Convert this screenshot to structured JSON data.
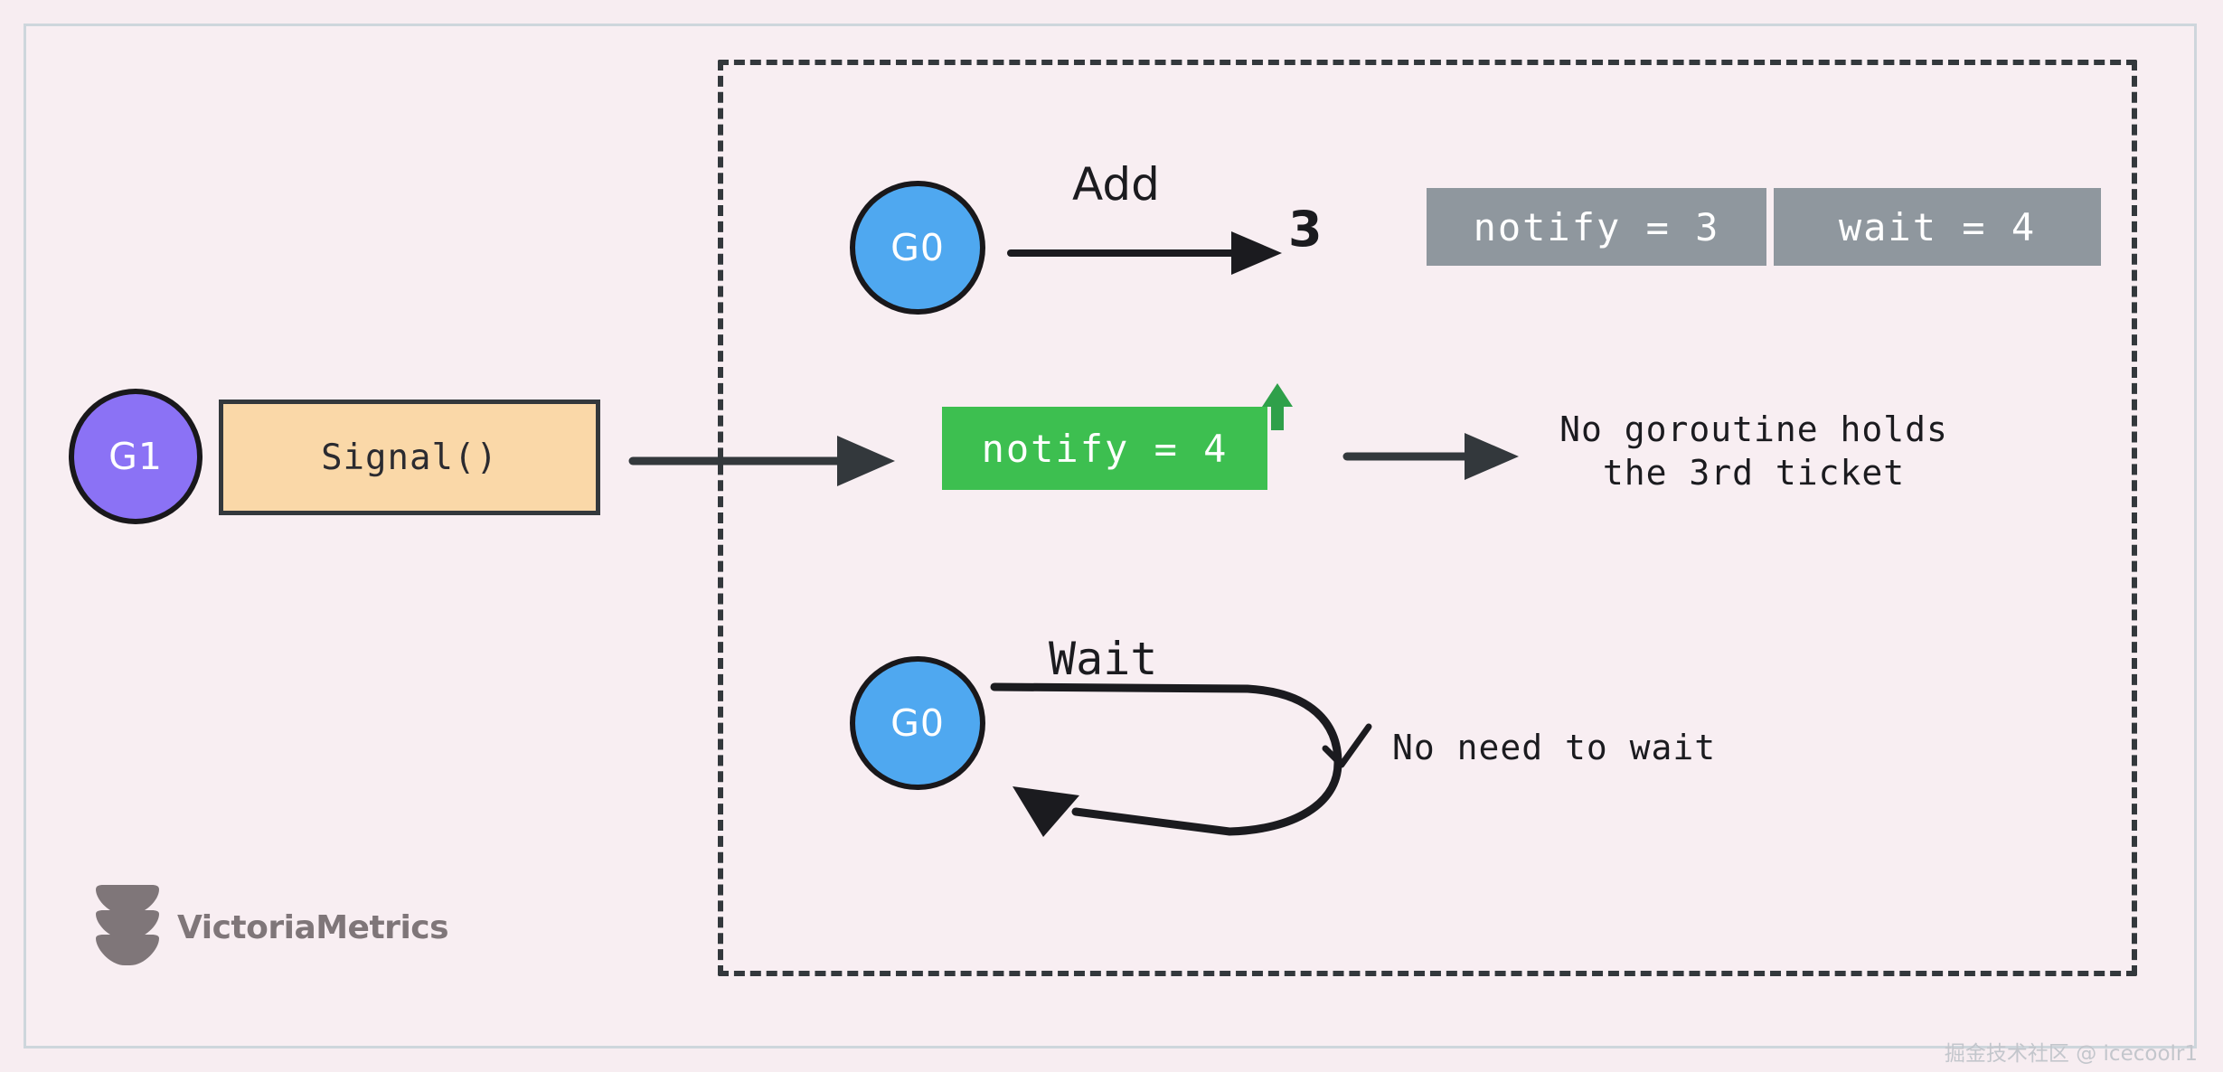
{
  "canvas": {
    "background": "#f7edf1",
    "frame_border_color": "#ced6dc"
  },
  "dashed_region": {
    "border_color": "#33383c",
    "label": "waitgroup-internal-state-region"
  },
  "nodes": {
    "g1": {
      "label": "G1",
      "color": "#8b72f5"
    },
    "g0_add": {
      "label": "G0",
      "color": "#4fa8f0"
    },
    "g0_wait": {
      "label": "G0",
      "color": "#4fa8f0"
    }
  },
  "signal_box": {
    "label": "Signal()",
    "fill": "#fad8a8",
    "border": "#33383c"
  },
  "state_boxes": [
    {
      "label": "notify = 3",
      "fill": "#8f979e",
      "name": "notify-counter"
    },
    {
      "label": "wait = 4",
      "fill": "#8f979e",
      "name": "wait-counter"
    }
  ],
  "green_box": {
    "label": "notify = 4",
    "fill": "#3dbf50",
    "arrow_color": "#2fa04a",
    "arrow_direction": "up"
  },
  "labels": {
    "add": "Add",
    "wait": "Wait",
    "ticket_number": "3",
    "no_goroutine_line1": "No goroutine holds",
    "no_goroutine_line2": "the 3rd ticket",
    "no_need_to_wait": "No need to wait",
    "check_icon": "check-icon"
  },
  "logo": {
    "text": "VictoriaMetrics",
    "color": "#7f7679"
  },
  "watermark": {
    "text": "掘金技术社区 @ icecoolr1",
    "color": "#c3c6cc"
  }
}
